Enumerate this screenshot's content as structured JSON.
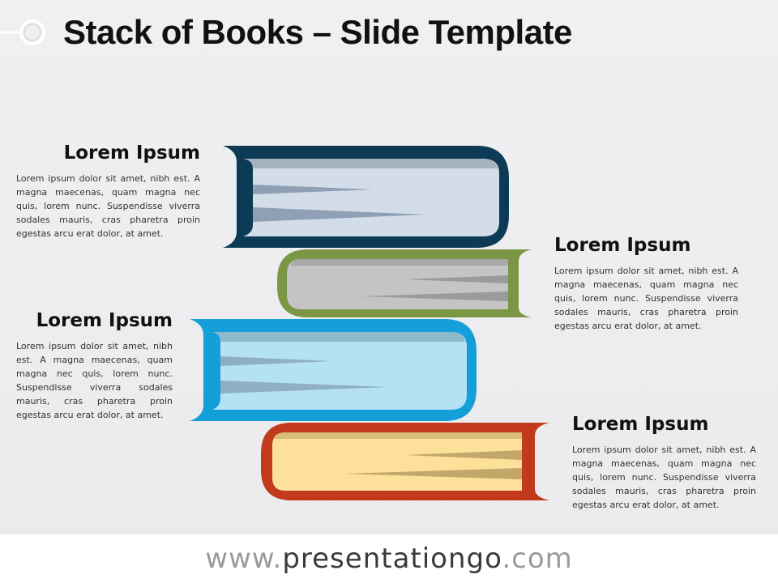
{
  "slide": {
    "title": "Stack of Books – Slide Template"
  },
  "blocks": [
    {
      "heading": "Lorem Ipsum",
      "body": "Lorem ipsum dolor sit amet, nibh est. A magna maecenas, quam magna nec quis, lorem nunc. Suspendisse viverra sodales mauris, cras pharetra proin egestas arcu erat dolor, at amet."
    },
    {
      "heading": "Lorem Ipsum",
      "body": "Lorem ipsum dolor sit amet, nibh est. A magna maecenas, quam magna nec quis, lorem nunc. Suspendisse viverra sodales mauris, cras pharetra proin egestas arcu erat dolor, at amet."
    },
    {
      "heading": "Lorem Ipsum",
      "body": "Lorem ipsum dolor sit amet, nibh est. A magna maecenas, quam magna nec quis, lorem nunc. Suspendisse viverra sodales mauris, cras pharetra proin egestas arcu erat dolor, at amet."
    },
    {
      "heading": "Lorem Ipsum",
      "body": "Lorem ipsum dolor sit amet, nibh est. A magna maecenas, quam magna nec quis, lorem nunc. Suspendisse viverra sodales mauris, cras pharetra proin egestas arcu erat dolor, at amet."
    }
  ],
  "books": [
    {
      "cover_color": "#0d3a55",
      "pages_color": "#d3dde9",
      "spine": "right"
    },
    {
      "cover_color": "#7b9645",
      "pages_color": "#c4c4c4",
      "spine": "left"
    },
    {
      "cover_color": "#149fd9",
      "pages_color": "#b5e1f4",
      "spine": "right"
    },
    {
      "cover_color": "#c13a1e",
      "pages_color": "#fde09a",
      "spine": "left"
    }
  ],
  "footer": {
    "url_prefix": "www.",
    "url_brand": "presentationgo",
    "url_suffix": ".com"
  }
}
